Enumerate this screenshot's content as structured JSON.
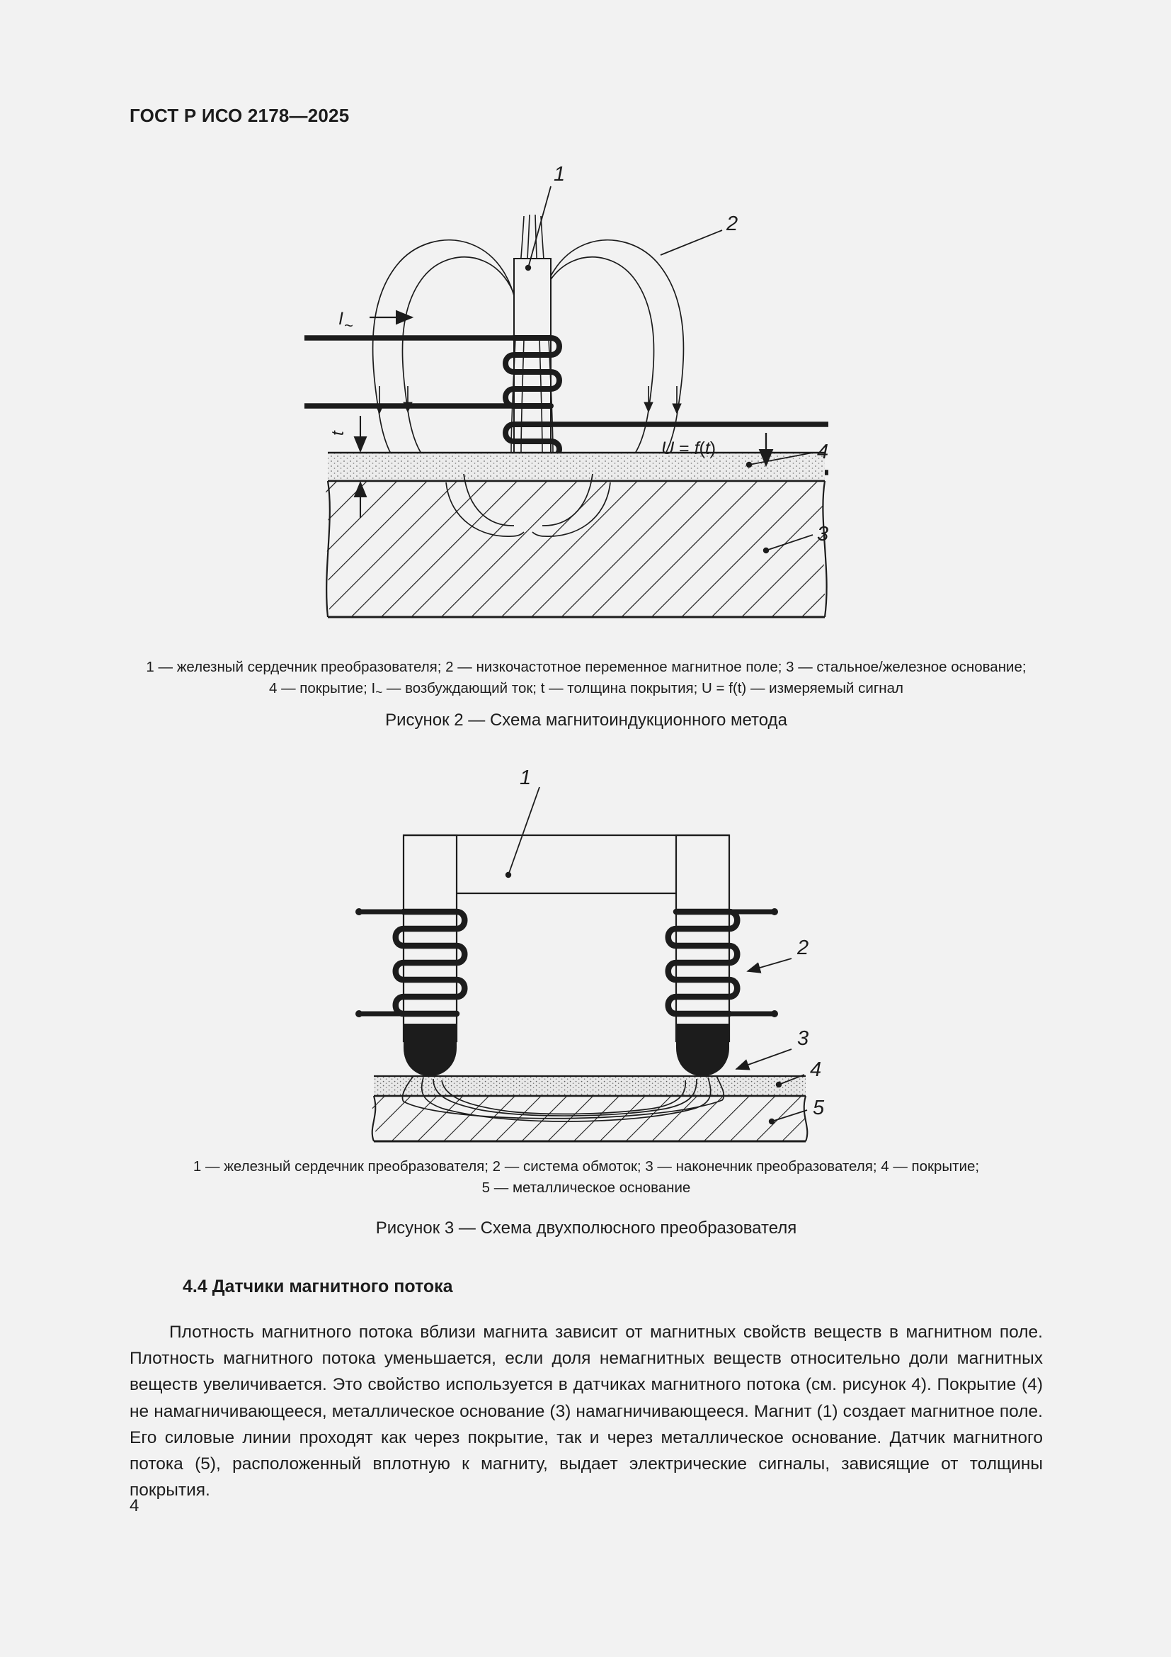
{
  "document": {
    "header": "ГОСТ Р ИСО 2178—2025",
    "page_number": "4",
    "background_color": "#f2f2f2",
    "ink_color": "#1c1c1c"
  },
  "figure_2": {
    "labels": {
      "core": "1",
      "field": "2",
      "substrate": "3",
      "coating": "4",
      "current": "I",
      "current_sub": "~",
      "thickness": "t",
      "signal": "U = f(t)"
    },
    "legend_line_1": "1 — железный сердечник преобразователя; 2 — низкочастотное переменное магнитное поле; 3 — стальное/железное основание;",
    "legend_line_2_a": "4 — покрытие; I",
    "legend_line_2_b": "~",
    "legend_line_2_c": " — возбуждающий ток; t — толщина покрытия; U = f(t) — измеряемый сигнал",
    "caption": "Рисунок 2 — Схема магнитоиндукционного метода"
  },
  "figure_3": {
    "labels": {
      "core": "1",
      "windings": "2",
      "pole_tip": "3",
      "coating": "4",
      "base": "5"
    },
    "legend_line_1": "1 — железный сердечник преобразователя; 2 — система обмоток; 3 — наконечник преобразователя; 4 — покрытие;",
    "legend_line_2": "5 — металлическое основание",
    "caption": "Рисунок 3 — Схема двухполюсного преобразователя"
  },
  "section": {
    "number_and_title": "4.4 Датчики магнитного потока",
    "paragraph": "Плотность магнитного потока вблизи магнита зависит от магнитных свойств веществ в магнитном поле. Плотность магнитного потока уменьшается, если доля немагнитных веществ относительно доли магнитных веществ увеличивается. Это свойство используется в датчиках магнитного потока (см. рисунок 4). Покрытие (4) не намагничивающееся, металлическое основание (3) намагничивающееся. Магнит (1) создает магнитное поле. Его силовые линии проходят как через покрытие, так и через металлическое основание. Датчик магнитного потока (5), расположенный вплотную к магниту, выдает электрические сигналы, зависящие от толщины покрытия."
  }
}
